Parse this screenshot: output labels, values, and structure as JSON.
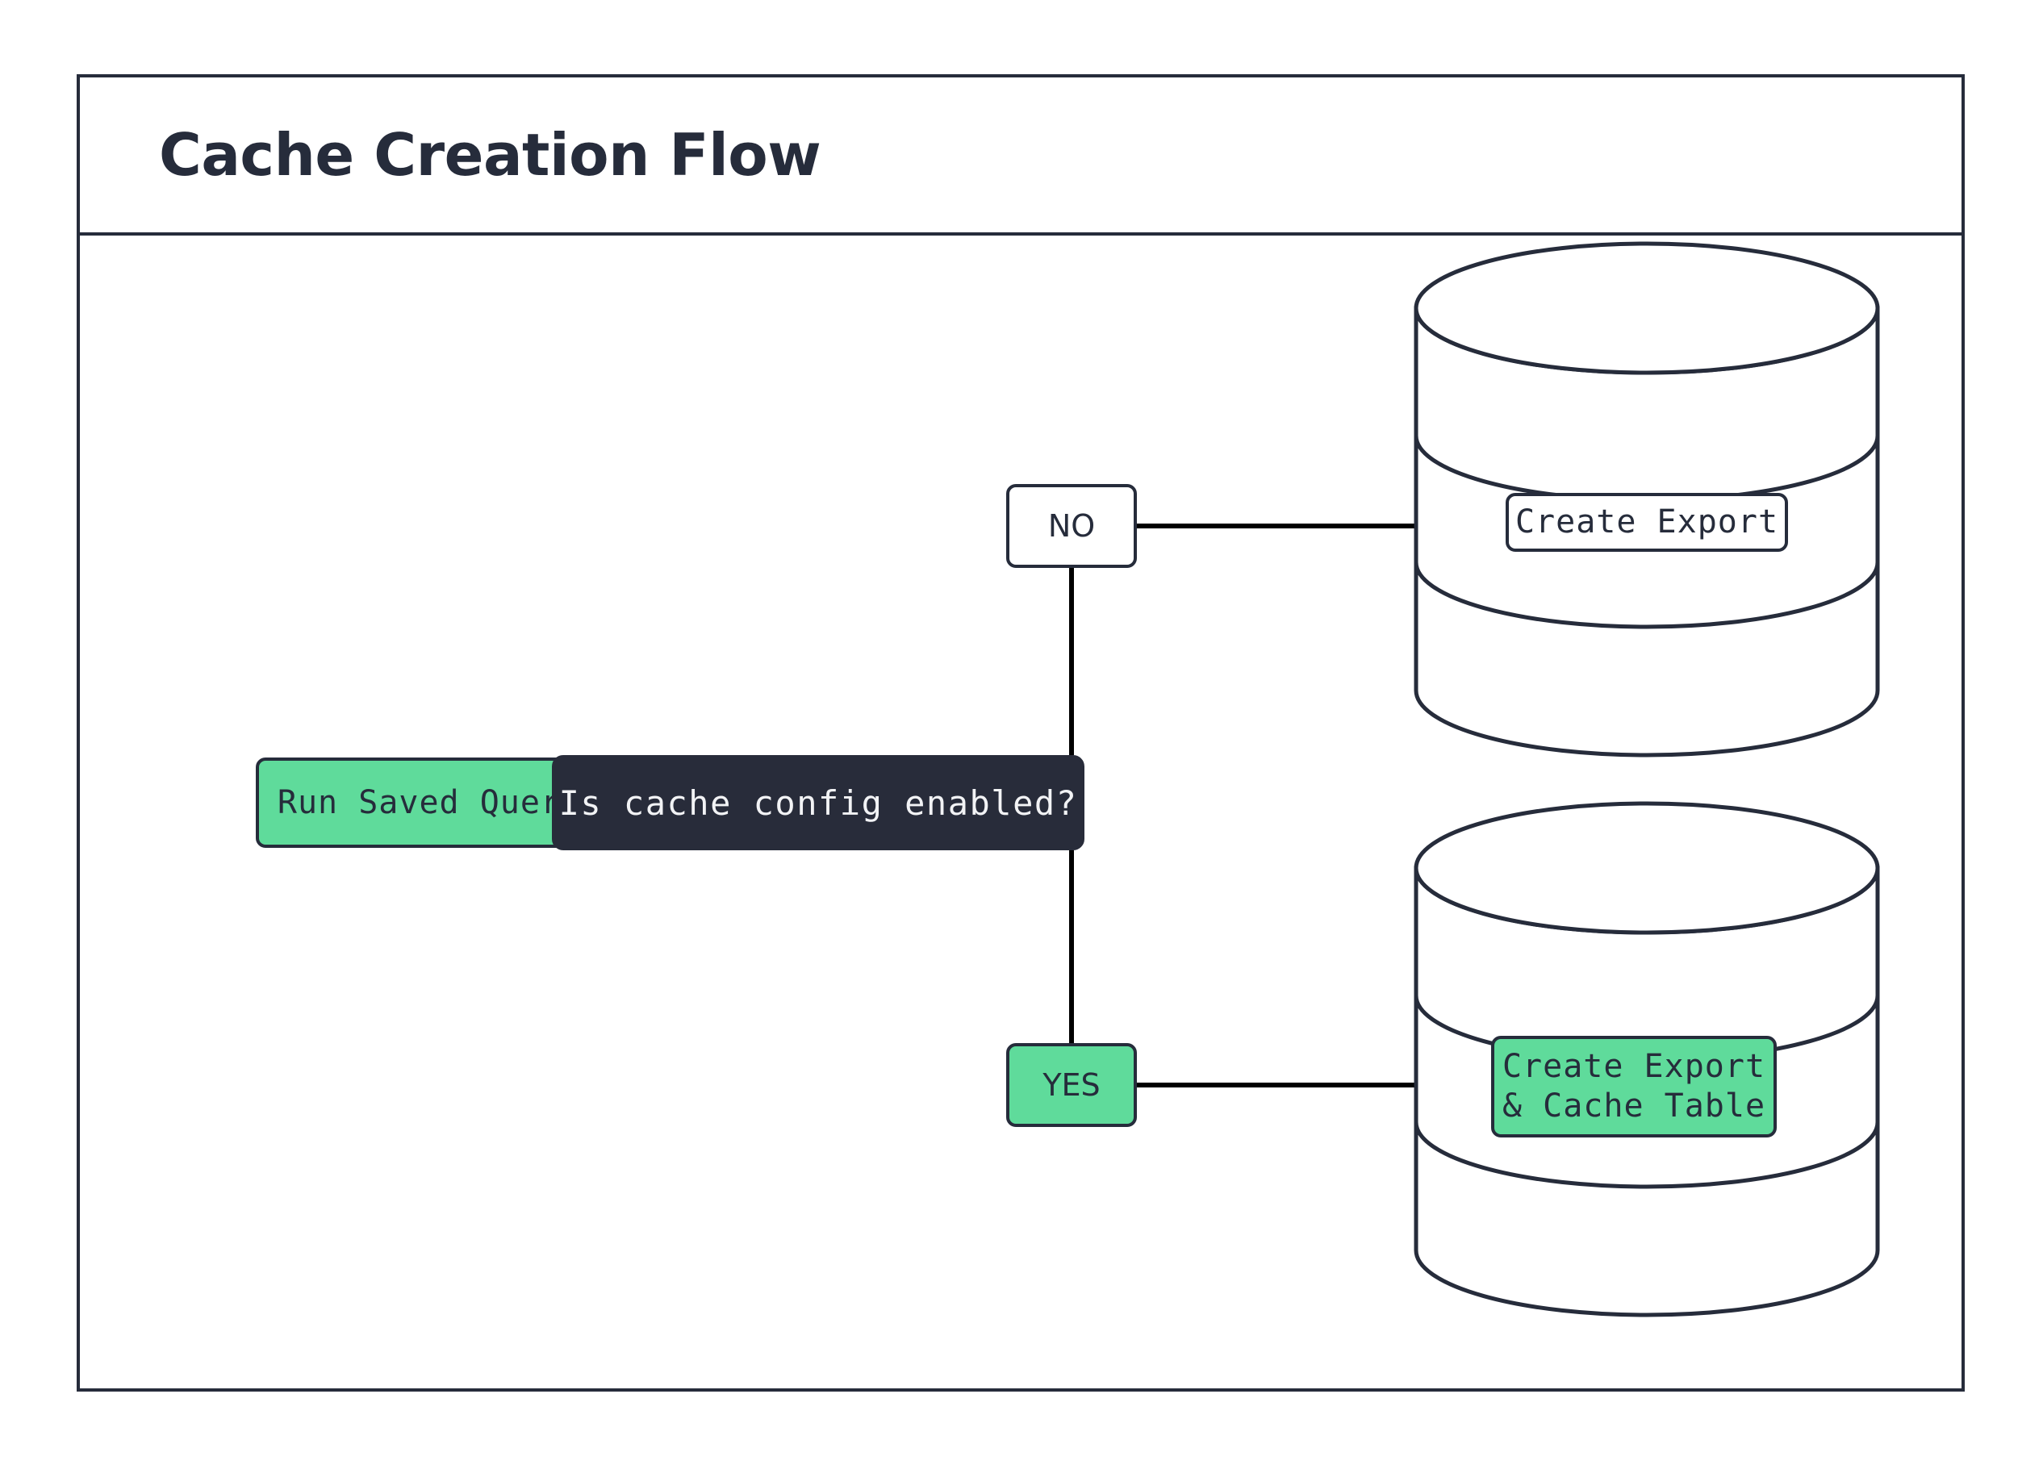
{
  "diagram": {
    "title": "Cache Creation Flow",
    "type": "flowchart",
    "direction": "left-to-right",
    "colors": {
      "frame_border": "#262C3B",
      "node_border": "#262C3B",
      "accent_green": "#5FDB9B",
      "decision_fill": "#282C3A",
      "decision_text": "#F2F3F5",
      "edge_line": "#000000",
      "canvas_background": "#FFFFFF",
      "title_text": "#262C3B"
    },
    "nodes": [
      {
        "id": "run-saved-query",
        "label": "Run Saved Query",
        "shape": "rounded-rect",
        "fill": "#5FDB9B"
      },
      {
        "id": "cache-config-decision",
        "label": "Is cache config enabled?",
        "shape": "rounded-rect",
        "fill": "#282C3A"
      },
      {
        "id": "create-export-db",
        "label": "Create Export",
        "shape": "database-cylinder",
        "fill": "#FFFFFF"
      },
      {
        "id": "create-export-cache-db",
        "label_line1": "Create Export",
        "label_line2": "& Cache Table",
        "label": "Create Export\n& Cache Table",
        "shape": "database-cylinder",
        "fill": "#5FDB9B"
      }
    ],
    "edges": [
      {
        "id": "query-to-decision",
        "from": "run-saved-query",
        "to": "cache-config-decision",
        "label": ""
      },
      {
        "id": "decision-no-branch",
        "from": "cache-config-decision",
        "to": "create-export-db",
        "label": "NO"
      },
      {
        "id": "decision-yes-branch",
        "from": "cache-config-decision",
        "to": "create-export-cache-db",
        "label": "YES"
      }
    ]
  }
}
